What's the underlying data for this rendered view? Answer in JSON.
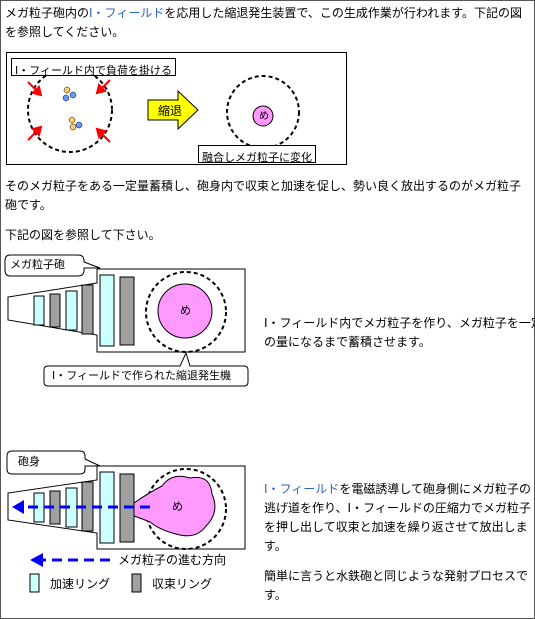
{
  "intro": {
    "line1_a": "メガ粒子砲内の",
    "line1_link": "I・フィールド",
    "line1_b": "を応用した縮退発生装置で、この生成作業が行われます。下記の図",
    "line2": "を参照してください。"
  },
  "fig1": {
    "load_label": "I・フィールド内で負荷を掛ける",
    "arrow_label": "縮退",
    "result_label": "融合しメガ粒子に変化",
    "particle_glyph": "め"
  },
  "para2": {
    "line1": "そのメガ粒子をある一定量蓄積し、砲身内で収束と加速を促し、勢い良く放出するのがメガ粒子",
    "line2": "砲です。"
  },
  "para3": "下記の図を参照して下さい。",
  "fig2": {
    "title": "メガ粒子砲",
    "bottom_label": "I・フィールドで作られた縮退発生機",
    "particle_glyph": "め",
    "desc_line1": "I・フィールド内でメガ粒子を作り、メガ粒子を一定",
    "desc_line2": "の量になるまで蓄積させます。"
  },
  "fig3": {
    "title": "砲身",
    "particle_glyph": "め",
    "legend_direction": "メガ粒子の進む方向",
    "legend_accel": "加速リング",
    "legend_converge": "収束リング",
    "desc_link": "I・フィールド",
    "desc_line1_b": "を電磁誘導して砲身側にメガ粒子の",
    "desc_line2": "逃げ道を作り、I・フィールドの圧縮力でメガ粒子",
    "desc_line3": "を押し出して収束と加速を繰り返させて放出しま",
    "desc_line4": "す。",
    "desc2_line1": "簡単に言うと水鉄砲と同じような発射プロセスで",
    "desc2_line2": "す。"
  },
  "colors": {
    "accel_ring": "#ccffff",
    "converge_ring": "#a0a0a0",
    "particle": "#ff99ff",
    "arrow_yellow": "#ffff00",
    "arrow_red": "#ff0000",
    "direction_arrow": "#0000ff"
  }
}
